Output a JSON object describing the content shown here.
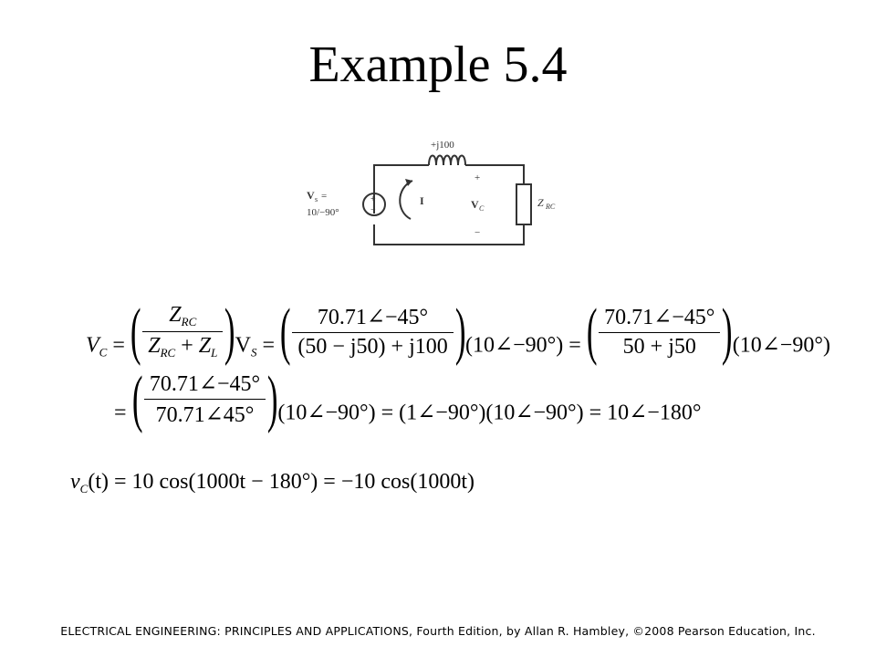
{
  "slide": {
    "title": "Example 5.4",
    "footer": "ELECTRICAL ENGINEERING: PRINCIPLES AND APPLICATIONS, Fourth Edition, by Allan R. Hambley, ©2008 Pearson Education, Inc."
  },
  "circuit": {
    "inductor_label": "+j100",
    "source_label_line1": "V",
    "source_sub": "s",
    "source_eq": "=",
    "source_label_line2": "10/−90°",
    "current_label": "I",
    "vc_label": "V",
    "vc_sub": "C",
    "plus": "+",
    "minus": "−",
    "src_plus": "+",
    "src_minus": "−",
    "load_label": "Z",
    "load_sub": "RC"
  },
  "equations": {
    "eq1": {
      "lhs": "V",
      "lhs_sub": "C",
      "eqs": "=",
      "f1_num": "Z",
      "f1_num_sub": "RC",
      "f1_den_a": "Z",
      "f1_den_a_sub": "RC",
      "f1_den_plus": " + ",
      "f1_den_b": "Z",
      "f1_den_b_sub": "L",
      "vs": "V",
      "vs_sub": "S",
      "f2_num": "70.71∠−45°",
      "f2_den": "(50 − j50) + j100",
      "t1": "(10∠−90°)",
      "f3_num": "70.71∠−45°",
      "f3_den": "50 + j50",
      "t2": "(10∠−90°)"
    },
    "eq2": {
      "eq": "=",
      "f_num": "70.71∠−45°",
      "f_den": "70.71∠45°",
      "rest": "(10∠−90°) = (1∠−90°)(10∠−90°) = 10∠−180°"
    },
    "eq3": {
      "lhs": "v",
      "lhs_sub": "C",
      "rest": "(t) = 10 cos(1000t − 180°) = −10 cos(1000t)"
    }
  }
}
